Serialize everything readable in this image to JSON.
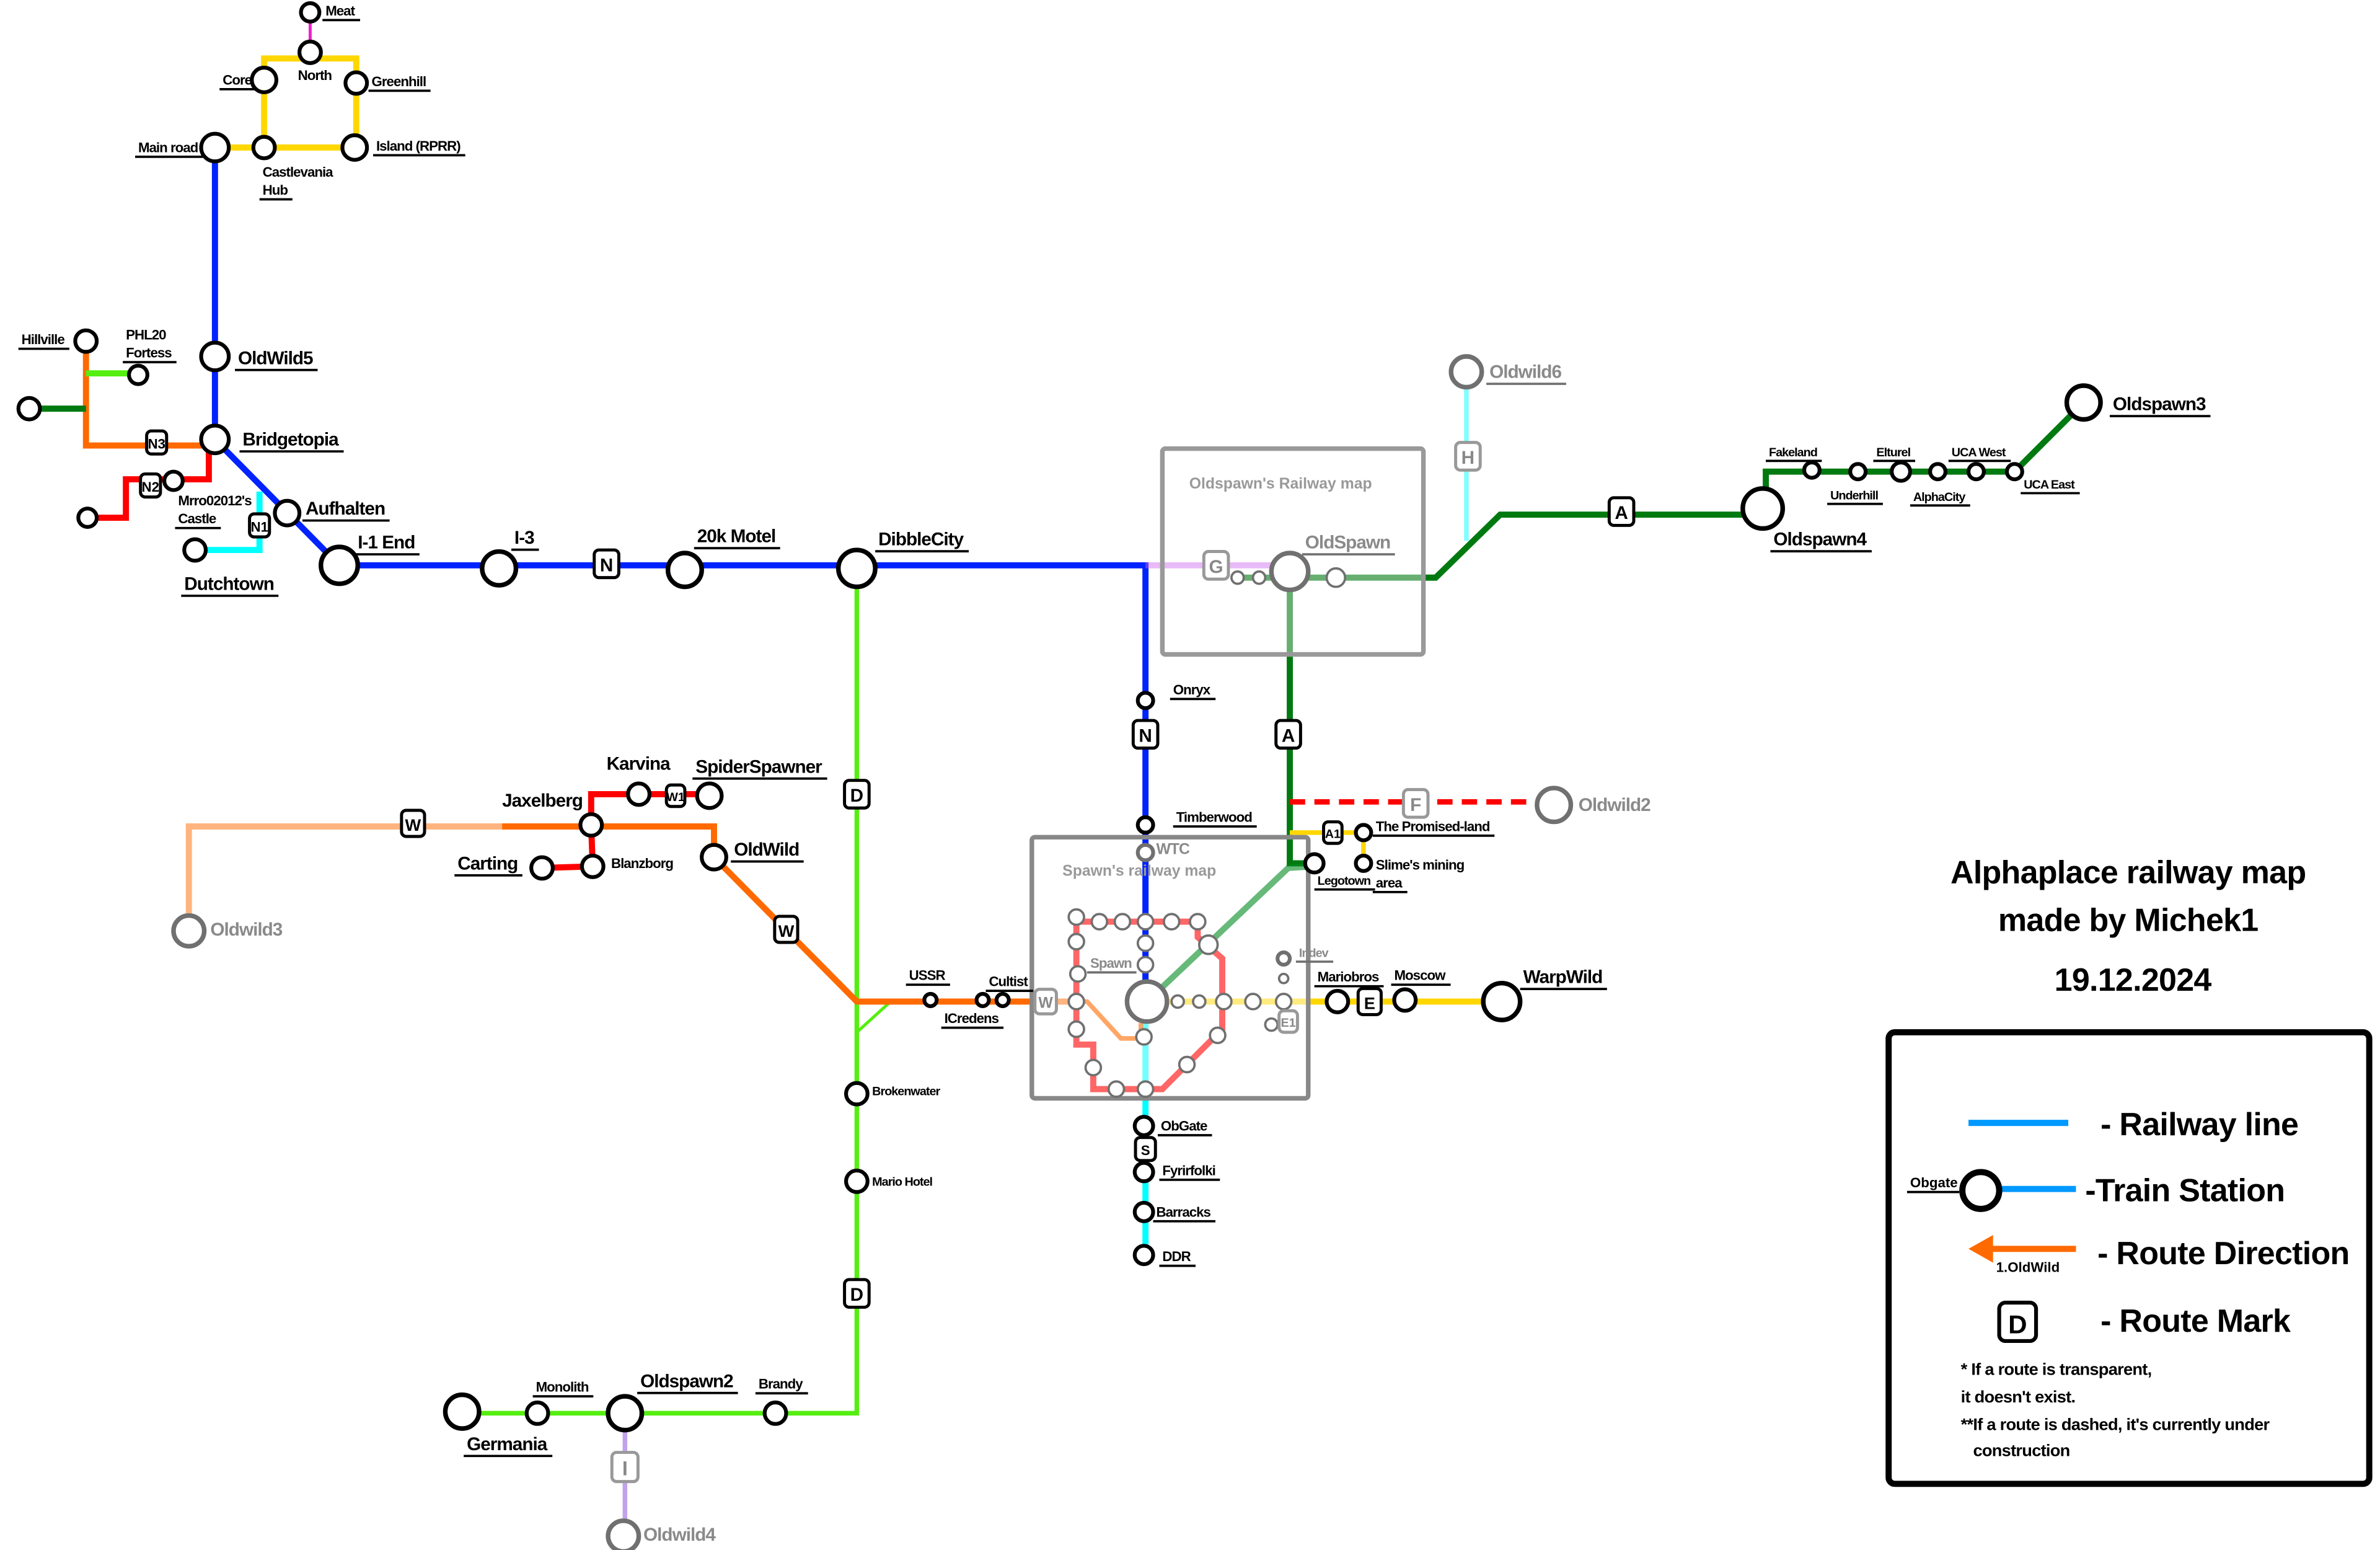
{
  "title": {
    "line1": "Alphaplace railway map",
    "line2": "made by Michek1",
    "date": "19.12.2024"
  },
  "map_boxes": {
    "oldspawn": "Oldspawn's Railway map",
    "spawn": "Spawn's railway map"
  },
  "stations": [
    {
      "name": "Meat"
    },
    {
      "name": "North"
    },
    {
      "name": "Core"
    },
    {
      "name": "Greenhill"
    },
    {
      "name": "Main road"
    },
    {
      "name": "Castlevania Hub",
      "lines": [
        "Castlevania",
        "Hub"
      ]
    },
    {
      "name": "Island (RPRR)"
    },
    {
      "name": "OldWild5"
    },
    {
      "name": "Hillville"
    },
    {
      "name": "PHL20 Fortess",
      "lines": [
        "PHL20",
        "Fortess"
      ]
    },
    {
      "name": "Bridgetopia"
    },
    {
      "name": "Mrro02012's Castle",
      "lines": [
        "Mrro02012's",
        "Castle"
      ]
    },
    {
      "name": "Aufhalten"
    },
    {
      "name": "Dutchtown"
    },
    {
      "name": "I-1 End"
    },
    {
      "name": "I-3"
    },
    {
      "name": "20k Motel"
    },
    {
      "name": "DibbleCity"
    },
    {
      "name": "OldSpawn"
    },
    {
      "name": "Oldwild6"
    },
    {
      "name": "Oldspawn4"
    },
    {
      "name": "Oldspawn3"
    },
    {
      "name": "Fakeland"
    },
    {
      "name": "Underhill"
    },
    {
      "name": "Elturel"
    },
    {
      "name": "AlphaCity"
    },
    {
      "name": "UCA West"
    },
    {
      "name": "UCA East"
    },
    {
      "name": "Onryx"
    },
    {
      "name": "Timberwood"
    },
    {
      "name": "WTC"
    },
    {
      "name": "Legotown"
    },
    {
      "name": "The Promised-land"
    },
    {
      "name": "Slime's mining area",
      "lines": [
        "Slime's mining",
        "area"
      ]
    },
    {
      "name": "Oldwild2"
    },
    {
      "name": "Karvina"
    },
    {
      "name": "SpiderSpawner"
    },
    {
      "name": "Jaxelberg"
    },
    {
      "name": "Carting"
    },
    {
      "name": "Blanzborg"
    },
    {
      "name": "OldWild"
    },
    {
      "name": "Oldwild3"
    },
    {
      "name": "USSR"
    },
    {
      "name": "ICredens"
    },
    {
      "name": "Cultist"
    },
    {
      "name": "Spawn"
    },
    {
      "name": "Indev"
    },
    {
      "name": "Mariobros"
    },
    {
      "name": "Moscow"
    },
    {
      "name": "WarpWild"
    },
    {
      "name": "ObGate"
    },
    {
      "name": "Fyrirfolki"
    },
    {
      "name": "Barracks"
    },
    {
      "name": "DDR"
    },
    {
      "name": "Brokenwater"
    },
    {
      "name": "Mario Hotel"
    },
    {
      "name": "Germania"
    },
    {
      "name": "Monolith"
    },
    {
      "name": "Oldspawn2"
    },
    {
      "name": "Brandy"
    },
    {
      "name": "Oldwild4"
    }
  ],
  "route_marks": [
    "N3",
    "N2",
    "N1",
    "N",
    "D",
    "D",
    "W",
    "W",
    "W1",
    "N",
    "A",
    "A",
    "H",
    "G",
    "F",
    "A1",
    "W",
    "E",
    "E1",
    "S",
    "I"
  ],
  "legend": {
    "railway_line": "- Railway line",
    "train_station": "-Train Station",
    "station_example": "Obgate",
    "route_direction": "- Route Direction",
    "direction_example": "1.OldWild",
    "route_mark": "- Route Mark",
    "route_mark_example": "D",
    "note1_a": "* If a route is  transparent,",
    "note1_b": "it doesn't exist.",
    "note2_a": "**If a route is dashed, it's currently under",
    "note2_b": "construction"
  },
  "colors": {
    "blue": "#0022ff",
    "light_green": "#55ee11",
    "orange": "#ff6a00",
    "red": "#ff0000",
    "yellow": "#ffd700",
    "dark_green": "#007a10",
    "cyan": "#00ffff",
    "magenta": "#ee22cc",
    "legend_blue": "#0099ff",
    "inactive_gray": "#8a8a8a"
  }
}
